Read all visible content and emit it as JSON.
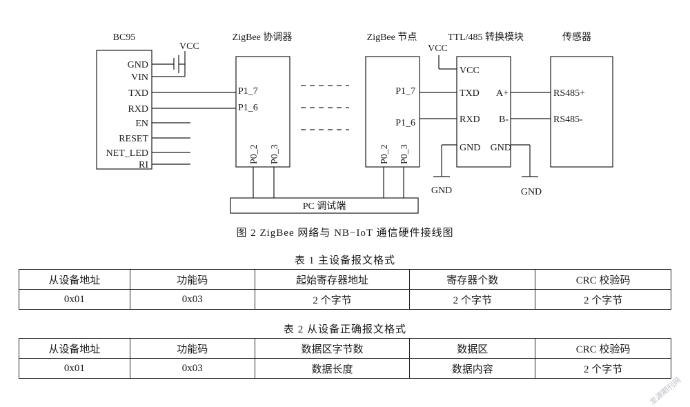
{
  "figure": {
    "caption": "图 2   ZigBee 网络与 NB−IoT 通信硬件接线图",
    "bc95": {
      "title": "BC95",
      "vcc": "VCC",
      "pins": [
        "GND",
        "VIN",
        "TXD",
        "RXD",
        "EN",
        "RESET",
        "NET_LED",
        "RI"
      ]
    },
    "coordinator": {
      "title": "ZigBee 协调器",
      "p17": "P1_7",
      "p16": "P1_6",
      "p02": "P0_2",
      "p03": "P0_3"
    },
    "node": {
      "title": "ZigBee 节点",
      "vcc": "VCC",
      "p17": "P1_7",
      "p16": "P1_6",
      "p02": "P0_2",
      "p03": "P0_3"
    },
    "converter": {
      "title": "TTL/485 转换模块",
      "vcc": "VCC",
      "txd": "TXD",
      "rxd": "RXD",
      "gnd_left": "GND",
      "a_plus": "A+",
      "b_minus": "B-",
      "gnd_right": "GND"
    },
    "sensor": {
      "title": "传感器",
      "rs485_plus": "RS485+",
      "rs485_minus": "RS485-"
    },
    "gnd_label_1": "GND",
    "gnd_label_2": "GND",
    "pc_debug": "PC 调试端"
  },
  "table1": {
    "caption": "表 1   主设备报文格式",
    "headers": [
      "从设备地址",
      "功能码",
      "起始寄存器地址",
      "寄存器个数",
      "CRC 校验码"
    ],
    "row": [
      "0x01",
      "0x03",
      "2 个字节",
      "2 个字节",
      "2 个字节"
    ]
  },
  "table2": {
    "caption": "表 2   从设备正确报文格式",
    "headers": [
      "从设备地址",
      "功能码",
      "数据区字节数",
      "数据区",
      "CRC 校验码"
    ],
    "row": [
      "0x01",
      "0x03",
      "数据长度",
      "数据内容",
      "2 个字节"
    ]
  },
  "watermark": "龙源期刊网"
}
